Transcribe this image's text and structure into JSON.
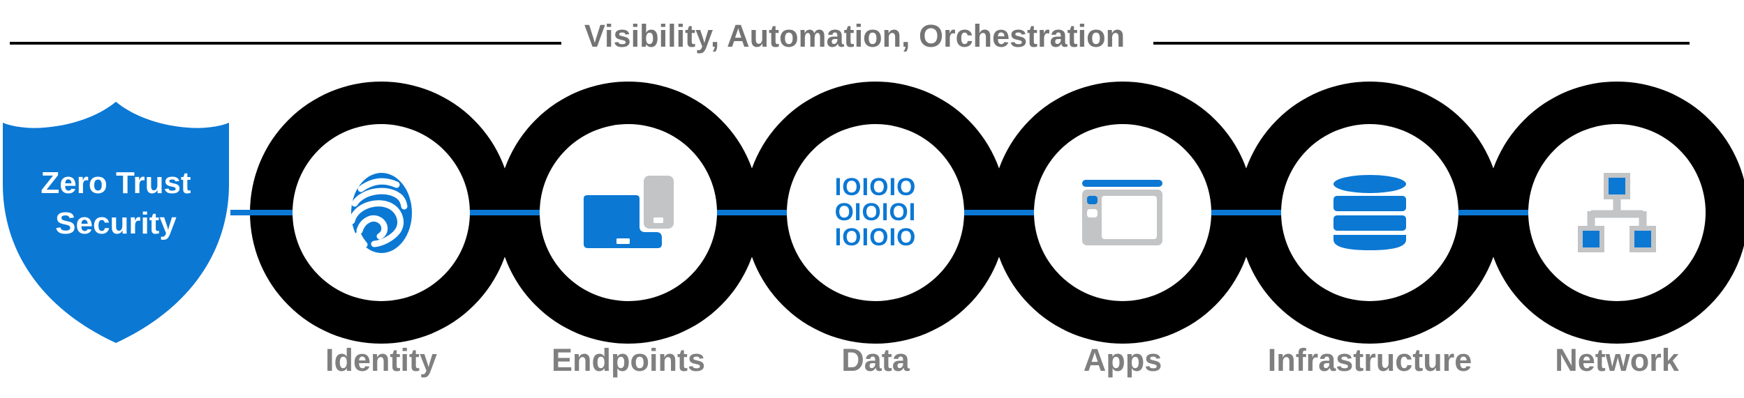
{
  "title": "Visibility, Automation, Orchestration",
  "shield": {
    "title_line1": "Zero Trust",
    "title_line2": "Security"
  },
  "nodes": [
    {
      "label": "Identity",
      "icon": "fingerprint-icon"
    },
    {
      "label": "Endpoints",
      "icon": "devices-icon"
    },
    {
      "label": "Data",
      "icon": "binary-code-icon",
      "binary_rows": [
        "IOIOIO",
        "OIOIOI",
        "IOIOIO"
      ]
    },
    {
      "label": "Apps",
      "icon": "app-window-icon"
    },
    {
      "label": "Infrastructure",
      "icon": "database-icon"
    },
    {
      "label": "Network",
      "icon": "network-nodes-icon"
    }
  ],
  "colors": {
    "accent_blue": "#0b78d4",
    "ring_black": "#000000",
    "title_gray": "#747474",
    "label_gray": "#7f7f7f",
    "device_gray": "#c2c4c6",
    "shield_text": "#ffffff"
  }
}
